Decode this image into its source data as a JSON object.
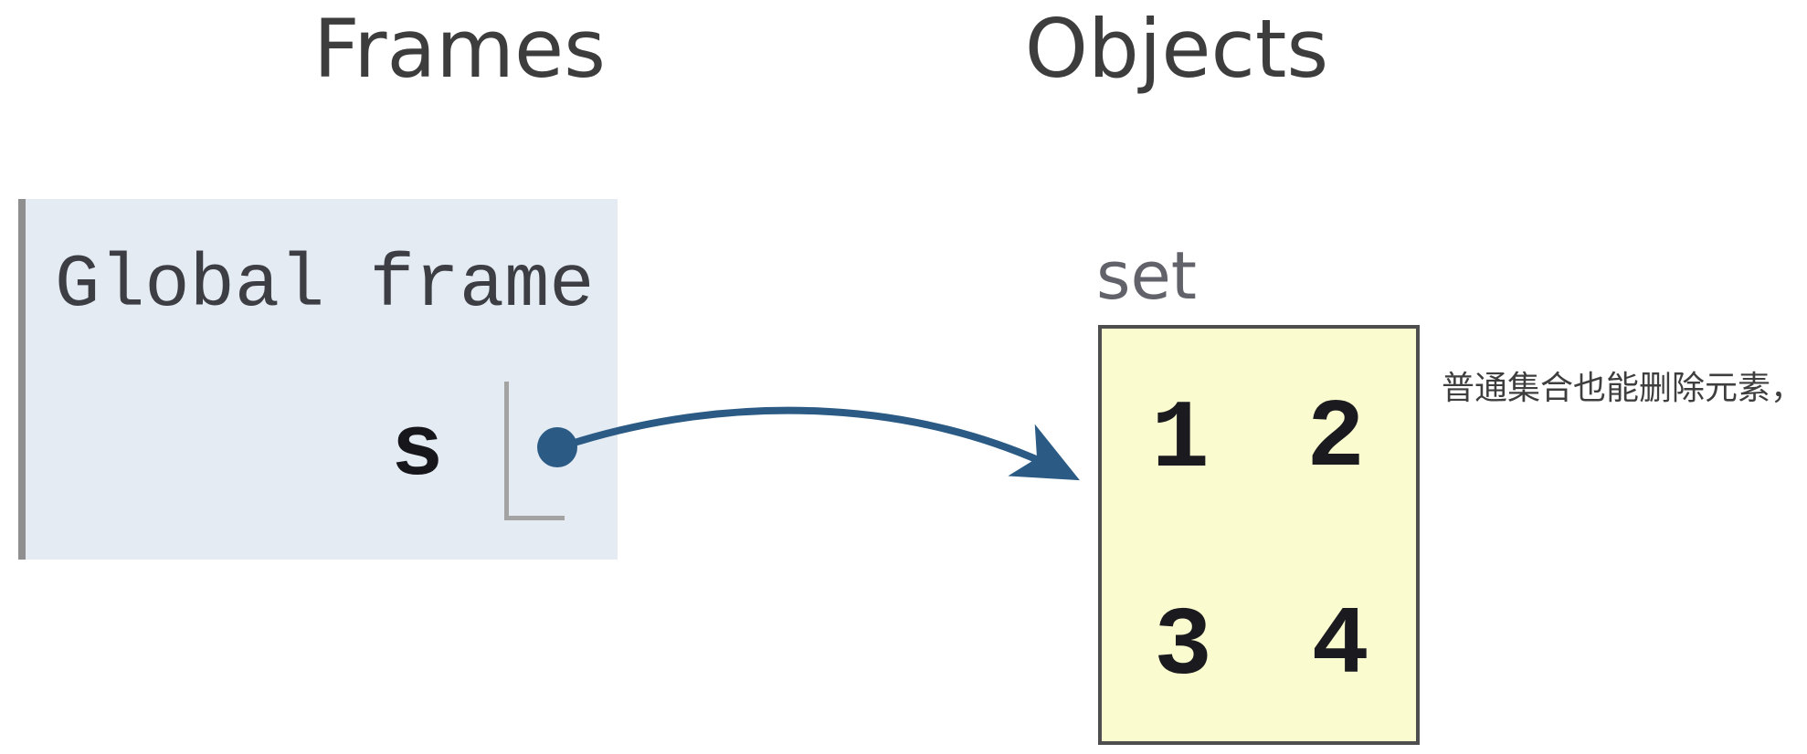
{
  "titles": {
    "frames": "Frames",
    "objects": "Objects"
  },
  "frame": {
    "label": "Global frame",
    "variable": "s"
  },
  "object": {
    "type_label": "set",
    "values": [
      "1",
      "2",
      "3",
      "4"
    ]
  },
  "annotation": {
    "text": "普通集合也能删除元素，"
  },
  "colors": {
    "arrow": "#2b5b84",
    "frame_bg": "#e4ebf3",
    "frame_bar": "#8f8f8f",
    "set_bg": "#fbfbd0",
    "set_border": "#4e4e4e",
    "bracket": "#a3a3a3",
    "title_text": "#3d3d3d",
    "type_label_text": "#62626a",
    "annotation_text": "#3e3e3e"
  }
}
